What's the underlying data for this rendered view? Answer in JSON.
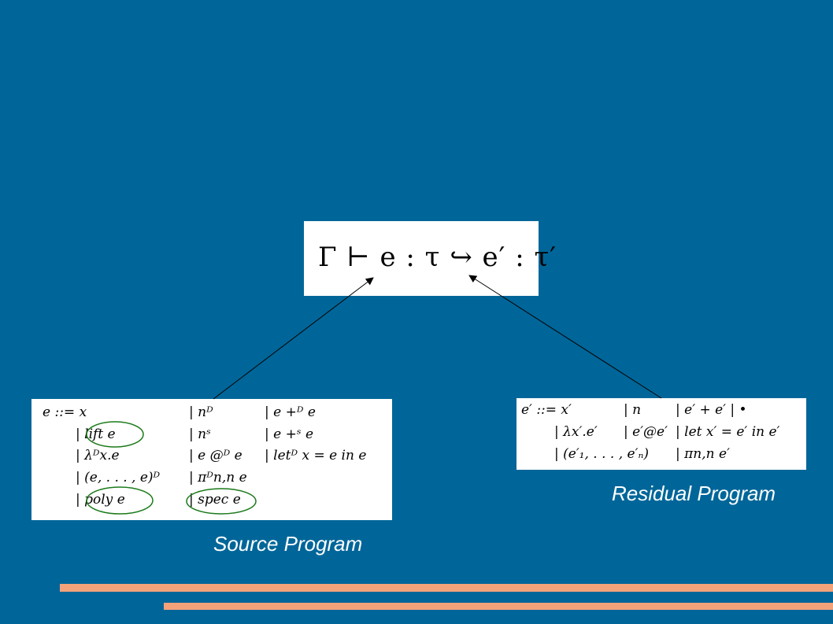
{
  "judgement": {
    "formula": "Γ ⊢ e : τ ↪ e′ : τ′"
  },
  "source_grammar": {
    "rows": [
      [
        "e ::= x",
        "| nᴰ",
        "| e +ᴰ e"
      ],
      [
        "| lift e",
        "| nˢ",
        "| e +ˢ e"
      ],
      [
        "| λᴰx.e",
        "| e @ᴰ e",
        "| letᴰ x = e in e"
      ],
      [
        "| (e, . . . , e)ᴰ",
        "| πᴰn,n e",
        ""
      ],
      [
        "| poly e",
        "| spec e",
        ""
      ]
    ]
  },
  "residual_grammar": {
    "rows": [
      [
        "e′ ::= x′",
        "| n",
        "| e′ + e′ | •"
      ],
      [
        "| λx′.e′",
        "| e′@e′",
        "| let x′ = e′ in e′"
      ],
      [
        "| (e′₁, . . . , e′ₙ)",
        "| πn,n e′",
        ""
      ]
    ]
  },
  "captions": {
    "source": "Source Program",
    "residual": "Residual Program"
  },
  "colors": {
    "background": "#006699",
    "accent_bars": "#f4a27a",
    "highlight_circles": "#1a7a1a"
  }
}
